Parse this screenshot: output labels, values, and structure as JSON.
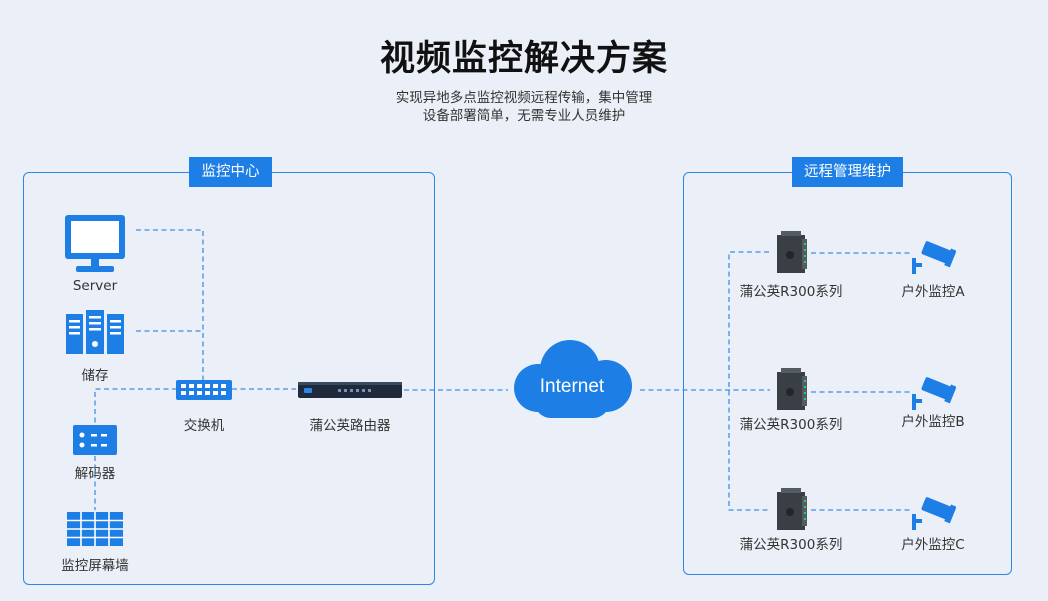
{
  "header": {
    "title": "视频监控解决方案",
    "subtitle_line1": "实现异地多点监控视频远程传输，集中管理",
    "subtitle_line2": "设备部署简单，无需专业人员维护"
  },
  "left_panel": {
    "tab_label": "监控中心",
    "server_label": "Server",
    "storage_label": "储存",
    "switch_label": "交换机",
    "decoder_label": "解码器",
    "wall_label": "监控屏幕墙",
    "router_label": "蒲公英路由器"
  },
  "cloud": {
    "label": "Internet"
  },
  "right_panel": {
    "tab_label": "远程管理维护",
    "devices": [
      {
        "device_label": "蒲公英R300系列",
        "camera_label": "户外监控A"
      },
      {
        "device_label": "蒲公英R300系列",
        "camera_label": "户外监控B"
      },
      {
        "device_label": "蒲公英R300系列",
        "camera_label": "户外监控C"
      }
    ]
  },
  "colors": {
    "accent": "#1d7ee6",
    "line": "#3d8fe8",
    "background": "#ebeff7"
  }
}
